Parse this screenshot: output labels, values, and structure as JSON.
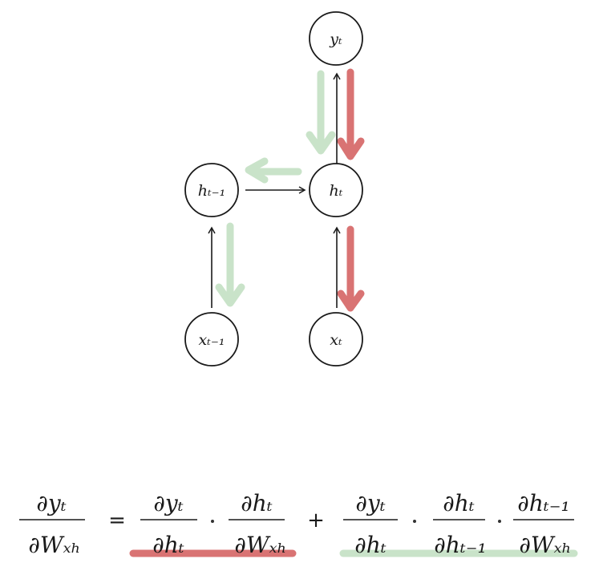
{
  "diagram": {
    "nodes": {
      "y_t": "yₜ",
      "h_t": "hₜ",
      "h_prev": "hₜ₋₁",
      "x_t": "xₜ",
      "x_prev": "xₜ₋₁"
    },
    "colors": {
      "forward_path": "#d97373",
      "backward_path": "#c9e3c9",
      "ink": "#1a1a1a"
    }
  },
  "equation": {
    "lhs_num": "∂yₜ",
    "lhs_den": "∂Wₓₕ",
    "equals": "=",
    "term1_a_num": "∂yₜ",
    "term1_a_den": "∂hₜ",
    "term1_b_num": "∂hₜ",
    "term1_b_den": "∂Wₓₕ",
    "plus": "+",
    "term2_a_num": "∂yₜ",
    "term2_a_den": "∂hₜ",
    "term2_b_num": "∂hₜ",
    "term2_b_den": "∂hₜ₋₁",
    "term2_c_num": "∂hₜ₋₁",
    "term2_c_den": "∂Wₓₕ"
  }
}
